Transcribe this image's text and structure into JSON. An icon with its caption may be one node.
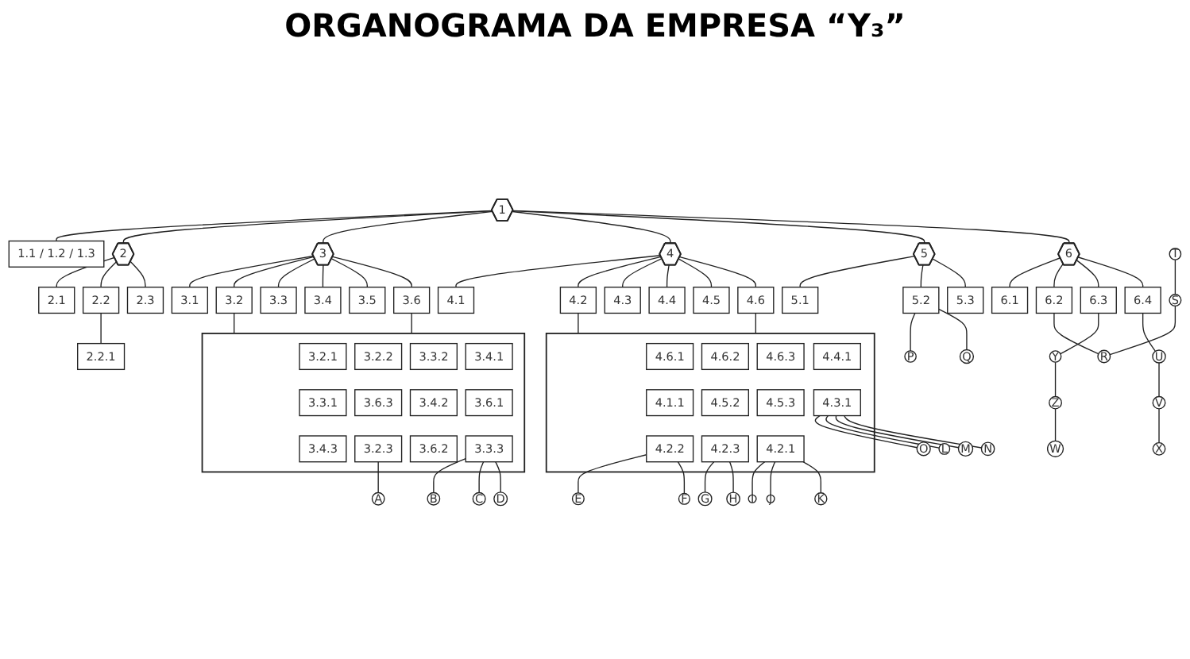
{
  "diagram": {
    "title": "ORGANOGRAMA DA EMPRESA “Y₃”",
    "nodes": [
      {
        "text": [
          "1"
        ]
      },
      {
        "text": [
          "1.1 / 1.2 / 1.3"
        ]
      },
      {
        "text": [
          "2"
        ]
      },
      {
        "text": [
          "3"
        ]
      },
      {
        "text": [
          "4"
        ]
      },
      {
        "text": [
          "5"
        ]
      },
      {
        "text": [
          "6"
        ]
      },
      {
        "text": [
          "2.1"
        ]
      },
      {
        "text": [
          "3.1"
        ]
      },
      {
        "text": [
          "4.1"
        ]
      },
      {
        "text": [
          "5.1"
        ]
      },
      {
        "text": [
          "6.1"
        ]
      },
      {
        "text": [
          "2.2"
        ]
      },
      {
        "text": [
          "2.3"
        ]
      },
      {
        "text": [
          "3.2"
        ]
      },
      {
        "text": [
          "3.3"
        ]
      },
      {
        "text": [
          "3.4"
        ]
      },
      {
        "text": [
          "3.5"
        ]
      },
      {
        "text": [
          "3.6"
        ]
      },
      {
        "text": [
          "4.2"
        ]
      },
      {
        "text": [
          "4.3"
        ]
      },
      {
        "text": [
          "4.4"
        ]
      },
      {
        "text": [
          "4.5"
        ]
      },
      {
        "text": [
          "4.6"
        ]
      },
      {
        "text": [
          "5.2"
        ]
      },
      {
        "text": [
          "5.3"
        ]
      },
      {
        "text": [
          "6.2"
        ]
      },
      {
        "text": [
          "6.3"
        ]
      },
      {
        "text": [
          "6.4"
        ]
      },
      {
        "text": [
          "2.2.1"
        ]
      },
      {
        "text": [],
        "shape": "box"
      },
      {
        "text": [
          "3.2.1"
        ],
        "in": 30
      },
      {
        "text": [
          "3.2.2"
        ],
        "in": 30
      },
      {
        "text": [
          "3.3.2"
        ],
        "in": 30
      },
      {
        "text": [
          "3.4.1"
        ],
        "in": 30
      },
      {
        "text": [
          "3.3.1"
        ],
        "in": 30
      },
      {
        "text": [
          "3.6.3"
        ],
        "in": 30
      },
      {
        "text": [
          "3.4.2"
        ],
        "in": 30
      },
      {
        "text": [
          "3.6.1"
        ],
        "in": 30
      },
      {
        "text": [
          "3.4.3"
        ],
        "in": 30
      },
      {
        "text": [
          "3.2.3"
        ],
        "in": 30
      },
      {
        "text": [
          "3.6.2"
        ],
        "in": 30
      },
      {
        "text": [
          "3.3.3"
        ],
        "in": 30
      },
      {
        "text": [],
        "shape": "box"
      },
      {
        "text": [
          "4.6.1"
        ],
        "in": 43
      },
      {
        "text": [
          "4.6.2"
        ],
        "in": 43
      },
      {
        "text": [
          "4.6.3"
        ],
        "in": 43
      },
      {
        "text": [
          "4.1.1"
        ],
        "in": 43
      },
      {
        "text": [
          "4.5.2"
        ],
        "in": 43
      },
      {
        "text": [
          "4.5.3"
        ],
        "in": 43
      },
      {
        "text": [
          "4.4.1"
        ],
        "in": 43
      },
      {
        "text": [
          "4.2.2"
        ],
        "in": 43
      },
      {
        "text": [
          "4.2.3"
        ],
        "in": 43
      },
      {
        "text": [
          "4.2.1"
        ],
        "in": 43
      },
      {
        "text": [
          "4.3.1"
        ],
        "in": 43
      },
      {
        "text": [
          "A"
        ]
      },
      {
        "text": [
          "B"
        ]
      },
      {
        "text": [
          "C"
        ]
      },
      {
        "text": [
          "D"
        ]
      },
      {
        "text": [
          "E"
        ]
      },
      {
        "text": [
          "F"
        ]
      },
      {
        "text": [
          "G"
        ]
      },
      {
        "text": [
          "H"
        ]
      },
      {
        "text": [
          "I"
        ]
      },
      {
        "text": [
          "J"
        ]
      },
      {
        "text": [
          "K"
        ]
      },
      {
        "text": [
          "P"
        ]
      },
      {
        "text": [
          "Q"
        ]
      },
      {
        "text": [
          "T"
        ]
      },
      {
        "text": [
          "S"
        ]
      },
      {
        "text": [
          "R"
        ]
      },
      {
        "text": [
          "U"
        ]
      },
      {
        "text": [
          "V"
        ]
      },
      {
        "text": [
          "X"
        ]
      },
      {
        "text": [
          "O"
        ]
      },
      {
        "text": [
          "L"
        ]
      },
      {
        "text": [
          "M"
        ]
      },
      {
        "text": [
          "N"
        ]
      },
      {
        "text": [
          "Y"
        ]
      },
      {
        "text": [
          "Z"
        ]
      },
      {
        "text": [
          "W"
        ]
      }
    ],
    "edges": [
      {
        "from": 0,
        "to": 1,
        "arrow": "none"
      },
      {
        "from": 0,
        "to": 2,
        "arrow": "none"
      },
      {
        "from": 0,
        "to": 3,
        "arrow": "none"
      },
      {
        "from": 0,
        "to": 4,
        "arrow": "none"
      },
      {
        "from": 0,
        "to": 5,
        "arrow": "none"
      },
      {
        "from": 0,
        "to": 6,
        "arrow": "none"
      },
      {
        "from": 2,
        "to": 7,
        "arrow": "none"
      },
      {
        "from": 3,
        "to": 8,
        "arrow": "none"
      },
      {
        "from": 4,
        "to": 9,
        "arrow": "none"
      },
      {
        "from": 5,
        "to": 10,
        "arrow": "none"
      },
      {
        "from": 6,
        "to": 11,
        "arrow": "none"
      },
      {
        "from": 2,
        "to": 12,
        "arrow": "none"
      },
      {
        "from": 2,
        "to": 13,
        "arrow": "none"
      },
      {
        "from": 3,
        "to": 14,
        "arrow": "none"
      },
      {
        "from": 3,
        "to": 15,
        "arrow": "none"
      },
      {
        "from": 3,
        "to": 16,
        "arrow": "none"
      },
      {
        "from": 3,
        "to": 17,
        "arrow": "none"
      },
      {
        "from": 3,
        "to": 18,
        "arrow": "none"
      },
      {
        "from": 4,
        "to": 19,
        "arrow": "none"
      },
      {
        "from": 4,
        "to": 20,
        "arrow": "none"
      },
      {
        "from": 4,
        "to": 21,
        "arrow": "none"
      },
      {
        "from": 4,
        "to": 22,
        "arrow": "none"
      },
      {
        "from": 4,
        "to": 23,
        "arrow": "none"
      },
      {
        "from": 5,
        "to": 24,
        "arrow": "none"
      },
      {
        "from": 5,
        "to": 25,
        "arrow": "none"
      },
      {
        "from": 6,
        "to": 26,
        "arrow": "none"
      },
      {
        "from": 6,
        "to": 27,
        "arrow": "none"
      },
      {
        "from": 6,
        "to": 28,
        "arrow": "none"
      },
      {
        "from": 12,
        "to": 29,
        "arrow": "none"
      },
      {
        "from": 14,
        "to": 30,
        "arrow": "none"
      },
      {
        "from": 18,
        "to": 30,
        "arrow": "none"
      },
      {
        "from": 19,
        "to": 43,
        "arrow": "none"
      },
      {
        "from": 23,
        "to": 43,
        "arrow": "none"
      },
      {
        "from": 40,
        "to": 55,
        "arrow": "none"
      },
      {
        "from": 42,
        "to": 56,
        "arrow": "none"
      },
      {
        "from": 42,
        "to": 57,
        "arrow": "none"
      },
      {
        "from": 42,
        "to": 58,
        "arrow": "none"
      },
      {
        "from": 51,
        "to": 59,
        "arrow": "none"
      },
      {
        "from": 51,
        "to": 60,
        "arrow": "none"
      },
      {
        "from": 52,
        "to": 61,
        "arrow": "none"
      },
      {
        "from": 52,
        "to": 62,
        "arrow": "none"
      },
      {
        "from": 53,
        "to": 63,
        "arrow": "none"
      },
      {
        "from": 53,
        "to": 64,
        "arrow": "none"
      },
      {
        "from": 53,
        "to": 65,
        "arrow": "none"
      },
      {
        "from": 54,
        "to": 74,
        "arrow": "none"
      },
      {
        "from": 54,
        "to": 75,
        "arrow": "none"
      },
      {
        "from": 54,
        "to": 76,
        "arrow": "none"
      },
      {
        "from": 54,
        "to": 77,
        "arrow": "none"
      },
      {
        "from": 24,
        "to": 66,
        "arrow": "none"
      },
      {
        "from": 24,
        "to": 67,
        "arrow": "none"
      },
      {
        "from": 26,
        "to": 70,
        "arrow": "none"
      },
      {
        "from": 28,
        "to": 71,
        "arrow": "none"
      },
      {
        "from": 27,
        "to": 78,
        "arrow": "none"
      },
      {
        "from": 68,
        "to": 69,
        "arrow": "none"
      },
      {
        "from": 69,
        "to": 70,
        "arrow": "none"
      },
      {
        "from": 71,
        "to": 72,
        "arrow": "none"
      },
      {
        "from": 72,
        "to": 73,
        "arrow": "none"
      },
      {
        "from": 78,
        "to": 79,
        "arrow": "none"
      },
      {
        "from": 79,
        "to": 80,
        "arrow": "none"
      }
    ]
  }
}
